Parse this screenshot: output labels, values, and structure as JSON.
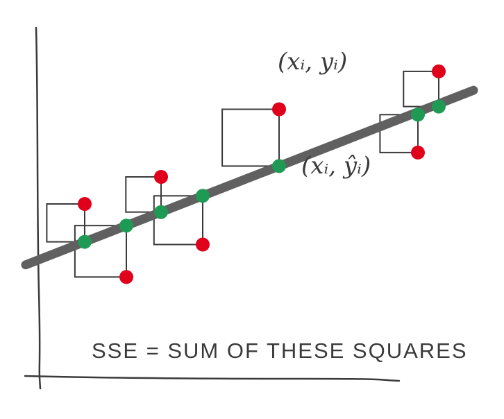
{
  "labels": {
    "actual_point": "(xᵢ, yᵢ)",
    "fitted_point": "(xᵢ, ŷᵢ)",
    "caption": "SSE = SUM OF THESE SQUARES"
  },
  "colors": {
    "ink": "#3a3a3a",
    "regression_line": "#606060",
    "actual_point": "#e0001b",
    "fitted_point": "#1f9a55"
  },
  "observations": [
    {
      "x": 1.0,
      "y": 4.0,
      "y_hat": 2.6
    },
    {
      "x": 1.6,
      "y": 1.3,
      "y_hat": 3.2
    },
    {
      "x": 2.1,
      "y": 5.0,
      "y_hat": 3.7
    },
    {
      "x": 2.7,
      "y": 2.5,
      "y_hat": 4.3
    },
    {
      "x": 3.8,
      "y": 7.5,
      "y_hat": 5.4
    },
    {
      "x": 5.8,
      "y": 5.9,
      "y_hat": 7.3
    },
    {
      "x": 6.1,
      "y": 8.9,
      "y_hat": 7.6
    }
  ]
}
